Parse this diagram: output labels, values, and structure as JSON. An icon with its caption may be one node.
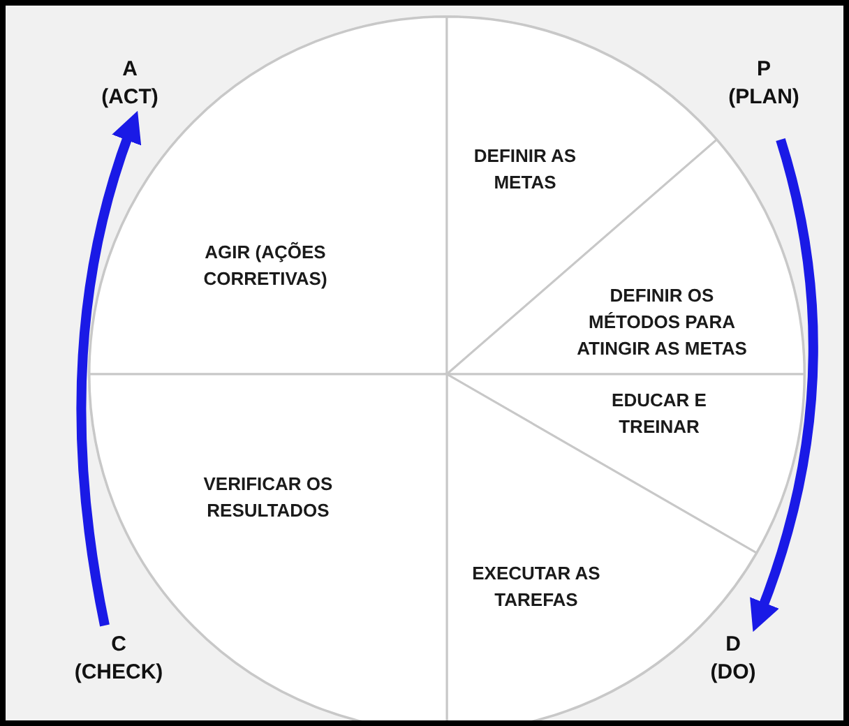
{
  "diagram": {
    "nodes": [
      {
        "text": [
          "A",
          "(ACT)"
        ]
      },
      {
        "text": [
          "P",
          "(PLAN)"
        ]
      },
      {
        "text": [
          "C",
          "(CHECK)"
        ]
      },
      {
        "text": [
          "D",
          "(DO)"
        ]
      },
      {
        "text": [
          "AGIR (AÇÕES CORRETIVAS)"
        ]
      },
      {
        "text": [
          "DEFINIR AS METAS"
        ]
      },
      {
        "text": [
          "DEFINIR OS MÉTODOS PARA ATINGIR AS METAS"
        ]
      },
      {
        "text": [
          "EDUCAR E TREINAR"
        ]
      },
      {
        "text": [
          "EXECUTAR AS TAREFAS"
        ]
      },
      {
        "text": [
          "VERIFICAR OS RESULTADOS"
        ]
      }
    ],
    "edges": [
      {
        "from": 1,
        "to": 3,
        "arrow": "to"
      },
      {
        "from": 2,
        "to": 0,
        "arrow": "to"
      }
    ]
  }
}
